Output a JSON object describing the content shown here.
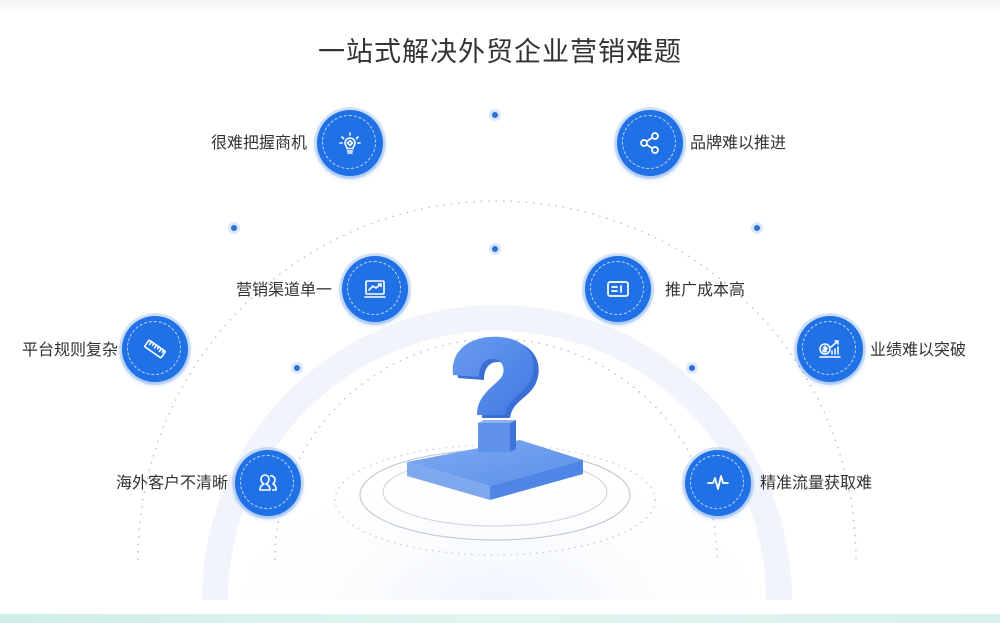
{
  "title": "一站式解决外贸企业营销难题",
  "colors": {
    "accent": "#2070e6",
    "text": "#333333",
    "question_mark": "#4a86e8",
    "bottom_strip": "#d7f0ec"
  },
  "center_graphic": {
    "icon": "question-mark-on-pedestal-icon"
  },
  "problems": [
    {
      "label": "很难把握商机",
      "icon": "lightbulb-icon",
      "side": "left"
    },
    {
      "label": "品牌难以推进",
      "icon": "share-icon",
      "side": "right"
    },
    {
      "label": "营销渠道单一",
      "icon": "monitor-chart-icon",
      "side": "left"
    },
    {
      "label": "推广成本高",
      "icon": "card-icon",
      "side": "right"
    },
    {
      "label": "平台规则复杂",
      "icon": "ruler-icon",
      "side": "left"
    },
    {
      "label": "业绩难以突破",
      "icon": "revenue-growth-icon",
      "side": "right"
    },
    {
      "label": "海外客户不清晰",
      "icon": "users-icon",
      "side": "left"
    },
    {
      "label": "精准流量获取难",
      "icon": "pulse-icon",
      "side": "right"
    }
  ]
}
